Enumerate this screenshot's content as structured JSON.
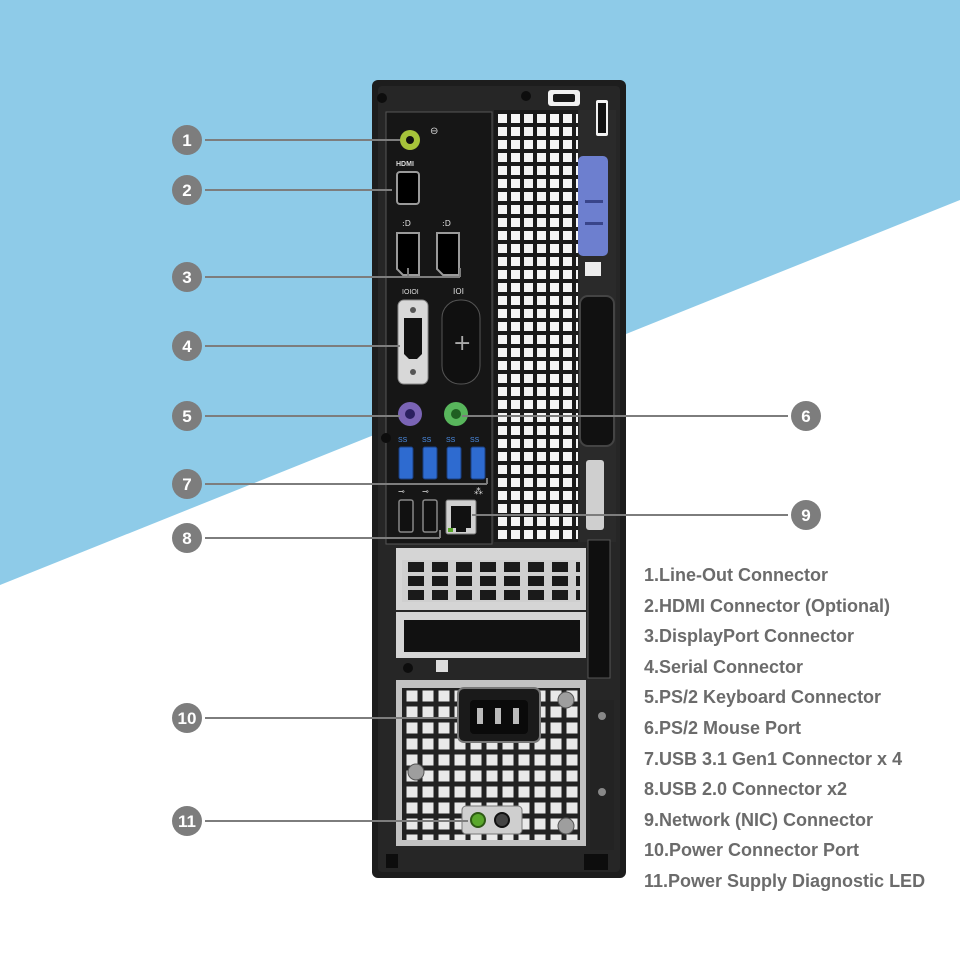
{
  "colors": {
    "sky": "#8ecbe8",
    "callout": "#7d7d7d",
    "chassis": "#1d1d1d",
    "steel": "#b9b9b9",
    "usb3": "#2e6bd0",
    "ps2_keyboard": "#7a64b5",
    "ps2_mouse": "#58b65c",
    "line_out": "#a6c33a",
    "release_latch": "#6d7fcf",
    "legend_text": "#6b6b6b"
  },
  "port_icons": {
    "line_out": "headphone-icon",
    "hdmi": "HDMI",
    "displayport": "displayport-icon",
    "serial": "IOIOI",
    "keyboard": "keyboard-icon",
    "mouse": "mouse-icon",
    "usb3": "SS",
    "usb2": "usb-icon",
    "network": "network-icon"
  },
  "callouts": [
    {
      "number": "1",
      "label": "1.Line-Out Connector"
    },
    {
      "number": "2",
      "label": "2.HDMI Connector (Optional)"
    },
    {
      "number": "3",
      "label": "3.DisplayPort Connector"
    },
    {
      "number": "4",
      "label": "4.Serial Connector"
    },
    {
      "number": "5",
      "label": "5.PS/2 Keyboard Connector"
    },
    {
      "number": "6",
      "label": "6.PS/2 Mouse Port"
    },
    {
      "number": "7",
      "label": "7.USB 3.1 Gen1 Connector x 4"
    },
    {
      "number": "8",
      "label": "8.USB 2.0 Connector x2"
    },
    {
      "number": "9",
      "label": "9.Network (NIC) Connector"
    },
    {
      "number": "10",
      "label": "10.Power Connector Port"
    },
    {
      "number": "11",
      "label": "11.Power Supply Diagnostic LED"
    }
  ]
}
